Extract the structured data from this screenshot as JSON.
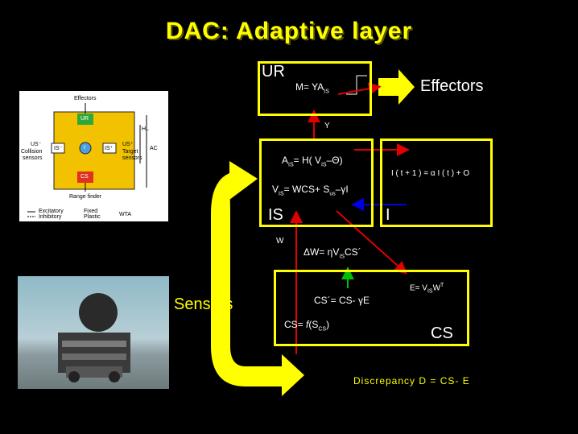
{
  "title": "DAC: Adaptive layer",
  "ur_box": {
    "label": "UR",
    "formula_prefix": "M= YA",
    "formula_sub": "IS"
  },
  "effectors": "Effectors",
  "y_label": "Y",
  "is_box": {
    "label": "IS",
    "a_formula": {
      "p1": "A",
      "s1": "IS",
      "p2": "= H( V",
      "s2": "IS",
      "p3": "–Θ)"
    },
    "v_formula": {
      "p1": "V",
      "s1": "IS",
      "p2": "= WCS+ S",
      "s2": "us",
      "p3": "–γI"
    }
  },
  "i_box": {
    "label": "I",
    "formula": "I ( t + 1 ) = α I ( t ) + O"
  },
  "w_label": "W",
  "dw_formula": {
    "p1": "ΔW= ηV",
    "s1": "IS",
    "p2": "CS´"
  },
  "cs_box": {
    "label": "CS",
    "e_formula": {
      "p1": "E= V",
      "s1": "IS",
      "p2": "W",
      "s2": "T"
    },
    "csprime_formula": "CS´= CS- γE",
    "cs_formula": {
      "p1": "CS= ",
      "p2": "f",
      "p3": "(S",
      "s1": "CS",
      "p4": ")"
    }
  },
  "sensors": "Sensors",
  "discrepancy": "Discrepancy  D  =  CS- E",
  "thumbnail": {
    "effectors": "Effectors",
    "ur": "UR",
    "hl": "HL",
    "ac": "AC",
    "us_minus": "US⁻",
    "collision": "Collision",
    "sensors": "sensors",
    "us_plus": "US⁺",
    "target": "Target",
    "target_sensors": "sensors",
    "is_left": "IS⁻",
    "i": "I",
    "is_right": "IS⁺",
    "cs": "CS",
    "range_finder": "Range finder",
    "legend_excitatory": "Excitatory",
    "legend_inhibitory": "Inhibitory",
    "legend_fixed": "Fixed",
    "legend_plastic": "Plastic",
    "legend_wta": "WTA"
  },
  "colors": {
    "title": "#ffff00",
    "box_border": "#ffff00",
    "arrow_red": "#e00000",
    "arrow_green": "#00c000",
    "arrow_blue": "#0000e0",
    "big_arrow": "#ffff00"
  }
}
